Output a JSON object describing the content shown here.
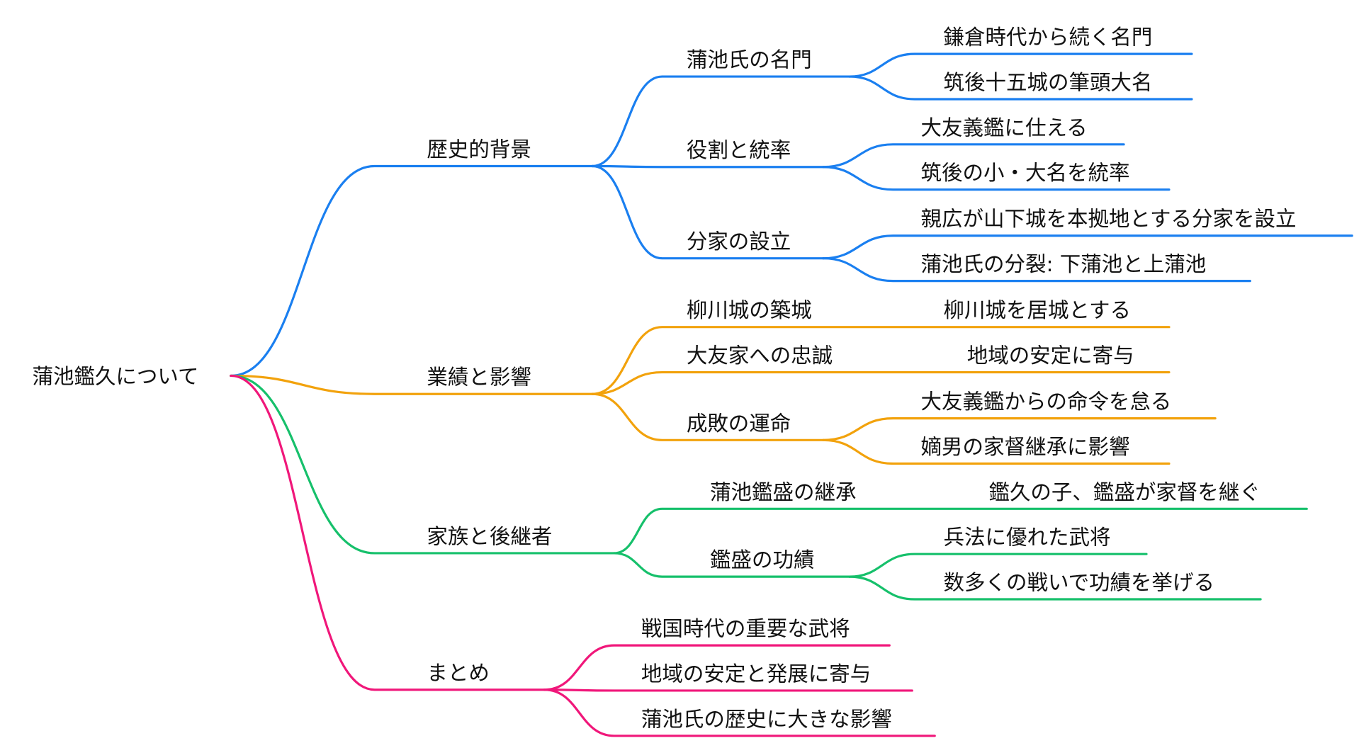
{
  "root": {
    "label": "蒲池鑑久について"
  },
  "colors": {
    "blue": "#1a7ff0",
    "orange": "#f2a20c",
    "green": "#16c06b",
    "pink": "#f0177a"
  },
  "branches": [
    {
      "label": "歴史的背景",
      "color": "blue",
      "children": [
        {
          "label": "蒲池氏の名門",
          "children": [
            {
              "label": "鎌倉時代から続く名門"
            },
            {
              "label": "筑後十五城の筆頭大名"
            }
          ]
        },
        {
          "label": "役割と統率",
          "children": [
            {
              "label": "大友義鑑に仕える"
            },
            {
              "label": "筑後の小・大名を統率"
            }
          ]
        },
        {
          "label": "分家の設立",
          "children": [
            {
              "label": "親広が山下城を本拠地とする分家を設立"
            },
            {
              "label": "蒲池氏の分裂: 下蒲池と上蒲池"
            }
          ]
        }
      ]
    },
    {
      "label": "業績と影響",
      "color": "orange",
      "children": [
        {
          "label": "柳川城の築城",
          "children": [
            {
              "label": "柳川城を居城とする"
            }
          ]
        },
        {
          "label": "大友家への忠誠",
          "children": [
            {
              "label": "地域の安定に寄与"
            }
          ]
        },
        {
          "label": "成敗の運命",
          "children": [
            {
              "label": "大友義鑑からの命令を怠る"
            },
            {
              "label": "嫡男の家督継承に影響"
            }
          ]
        }
      ]
    },
    {
      "label": "家族と後継者",
      "color": "green",
      "children": [
        {
          "label": "蒲池鑑盛の継承",
          "children": [
            {
              "label": "鑑久の子、鑑盛が家督を継ぐ"
            }
          ]
        },
        {
          "label": "鑑盛の功績",
          "children": [
            {
              "label": "兵法に優れた武将"
            },
            {
              "label": "数多くの戦いで功績を挙げる"
            }
          ]
        }
      ]
    },
    {
      "label": "まとめ",
      "color": "pink",
      "children": [
        {
          "label": "戦国時代の重要な武将"
        },
        {
          "label": "地域の安定と発展に寄与"
        },
        {
          "label": "蒲池氏の歴史に大きな影響"
        }
      ]
    }
  ]
}
